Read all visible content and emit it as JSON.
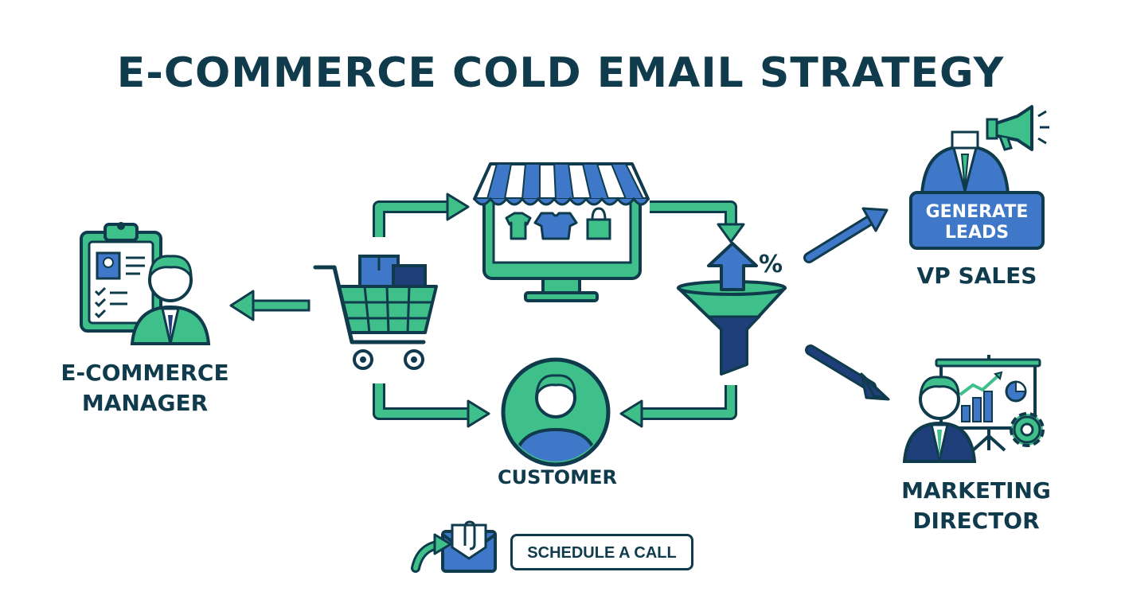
{
  "title": "E-COMMERCE COLD EMAIL STRATEGY",
  "nodes": {
    "manager": {
      "line1": "E-COMMERCE",
      "line2": "MANAGER"
    },
    "customer": {
      "label": "CUSTOMER"
    },
    "vp_sales": {
      "badge_line1": "GENERATE",
      "badge_line2": "LEADS",
      "label": "VP SALES"
    },
    "marketing_director": {
      "line1": "MARKETING",
      "line2": "DIRECTOR"
    }
  },
  "funnel": {
    "symbol": "%"
  },
  "cta": {
    "label": "SCHEDULE A CALL"
  },
  "colors": {
    "navy": "#0f3b4c",
    "green": "#3fbf8a",
    "blue": "#3f78c8",
    "dark_blue": "#1f3f7a"
  },
  "icons": [
    "clipboard-icon",
    "person-icon",
    "shopping-cart-icon",
    "storefront-monitor-icon",
    "funnel-icon",
    "megaphone-icon",
    "presentation-chart-icon",
    "gear-icon",
    "envelope-icon"
  ]
}
